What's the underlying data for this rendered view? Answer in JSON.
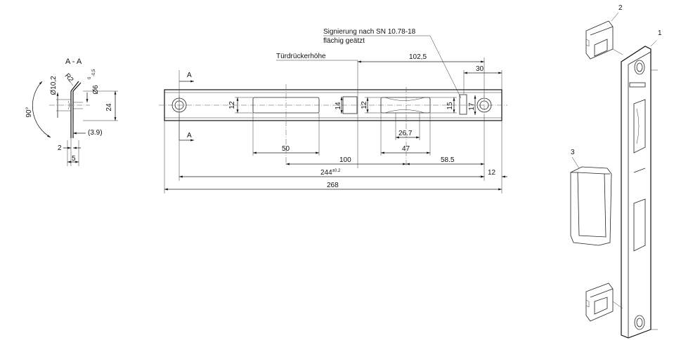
{
  "section": {
    "title": "A - A",
    "angle": "90°",
    "radius": "R2",
    "dia_big": "Ø10,2",
    "dia_small": "Ø6",
    "dia_small_tol_upper": "0",
    "dia_small_tol_lower": "-0,5",
    "height": "24",
    "thickness_ref": "(3.9)",
    "offset_2": "2",
    "offset_5": "5"
  },
  "front": {
    "cut_label_top": "A",
    "cut_label_bottom": "A",
    "signature_line1": "Signierung nach SN 10.78-18",
    "signature_line2": "flächig geätzt",
    "handle_height_label": "Türdrückerhöhe",
    "dim_102_5": "102,5",
    "dim_30": "30",
    "dim_12_left": "12",
    "dim_14": "14",
    "dim_12_mid": "12",
    "dim_15": "15",
    "dim_17": "17",
    "dim_26_7": "26.7",
    "dim_50": "50",
    "dim_47": "47",
    "dim_100": "100",
    "dim_58_5": "58.5",
    "dim_244": "244",
    "dim_244_tol": "±0.2",
    "dim_12_right": "12",
    "dim_268": "268"
  },
  "iso": {
    "part_1": "1",
    "part_2": "2",
    "part_3": "3"
  }
}
